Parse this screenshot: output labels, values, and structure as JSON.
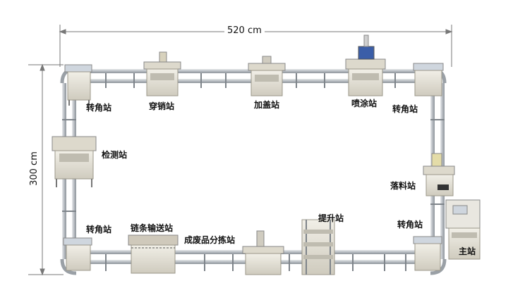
{
  "dimensions": {
    "width_label": "520 cm",
    "height_label": "300 cm"
  },
  "stations": {
    "corner_top_left": "转角站",
    "pinning": "穿销站",
    "capping": "加盖站",
    "painting": "喷涂站",
    "corner_top_right": "转角站",
    "inspection": "检测站",
    "feeding": "落料站",
    "corner_bottom_left": "转角站",
    "chain_conveyor": "链条输送站",
    "sorting": "成废品分拣站",
    "lifting": "提升站",
    "corner_bottom_right": "转角站",
    "main": "主站"
  },
  "colors": {
    "rail": "#b9bec4",
    "rail_dark": "#8e949a",
    "frame": "#d9dcd6",
    "panel": "#e9e6dc",
    "dimension_line": "#777777",
    "label": "#111111"
  }
}
